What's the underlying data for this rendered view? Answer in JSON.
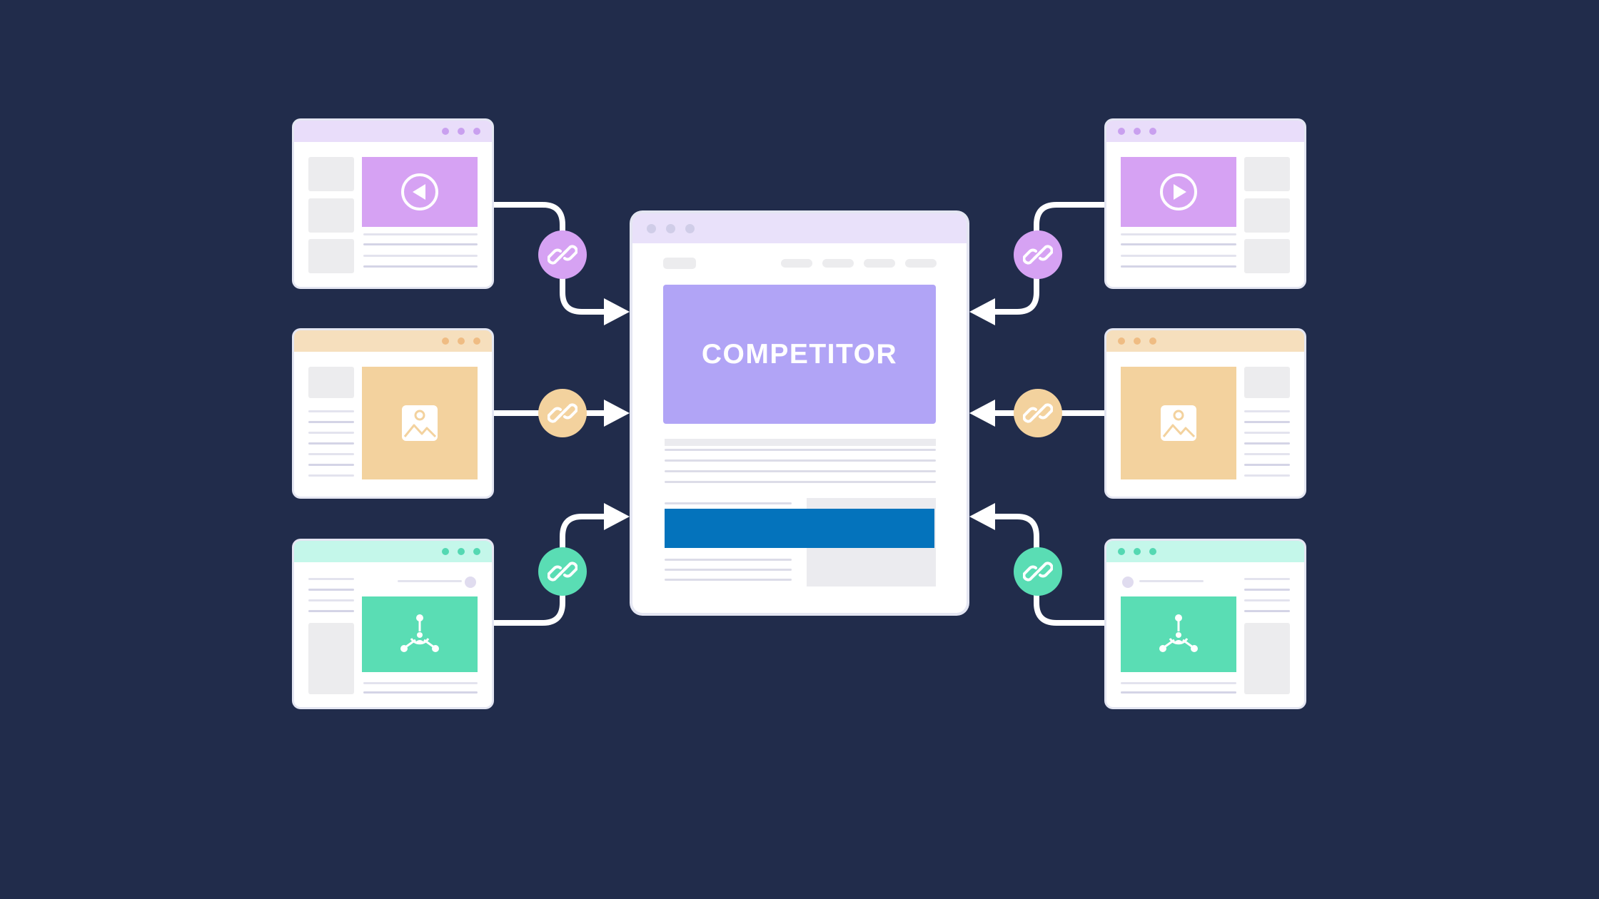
{
  "center": {
    "hero_label": "COMPETITOR",
    "accent_color": "#b1a4f6",
    "band_color": "#0473bc"
  },
  "sources": [
    {
      "side": "left",
      "theme": "purple",
      "icon": "play-back-icon"
    },
    {
      "side": "left",
      "theme": "orange",
      "icon": "image-icon"
    },
    {
      "side": "left",
      "theme": "green",
      "icon": "network-icon"
    },
    {
      "side": "right",
      "theme": "purple",
      "icon": "play-icon"
    },
    {
      "side": "right",
      "theme": "orange",
      "icon": "image-icon"
    },
    {
      "side": "right",
      "theme": "green",
      "icon": "network-icon"
    }
  ],
  "badge_icon": "link-icon",
  "colors": {
    "background": "#212c4b",
    "purple": "#d6a2f3",
    "orange": "#f3d29e",
    "green": "#5addb4",
    "connector": "#ffffff"
  }
}
